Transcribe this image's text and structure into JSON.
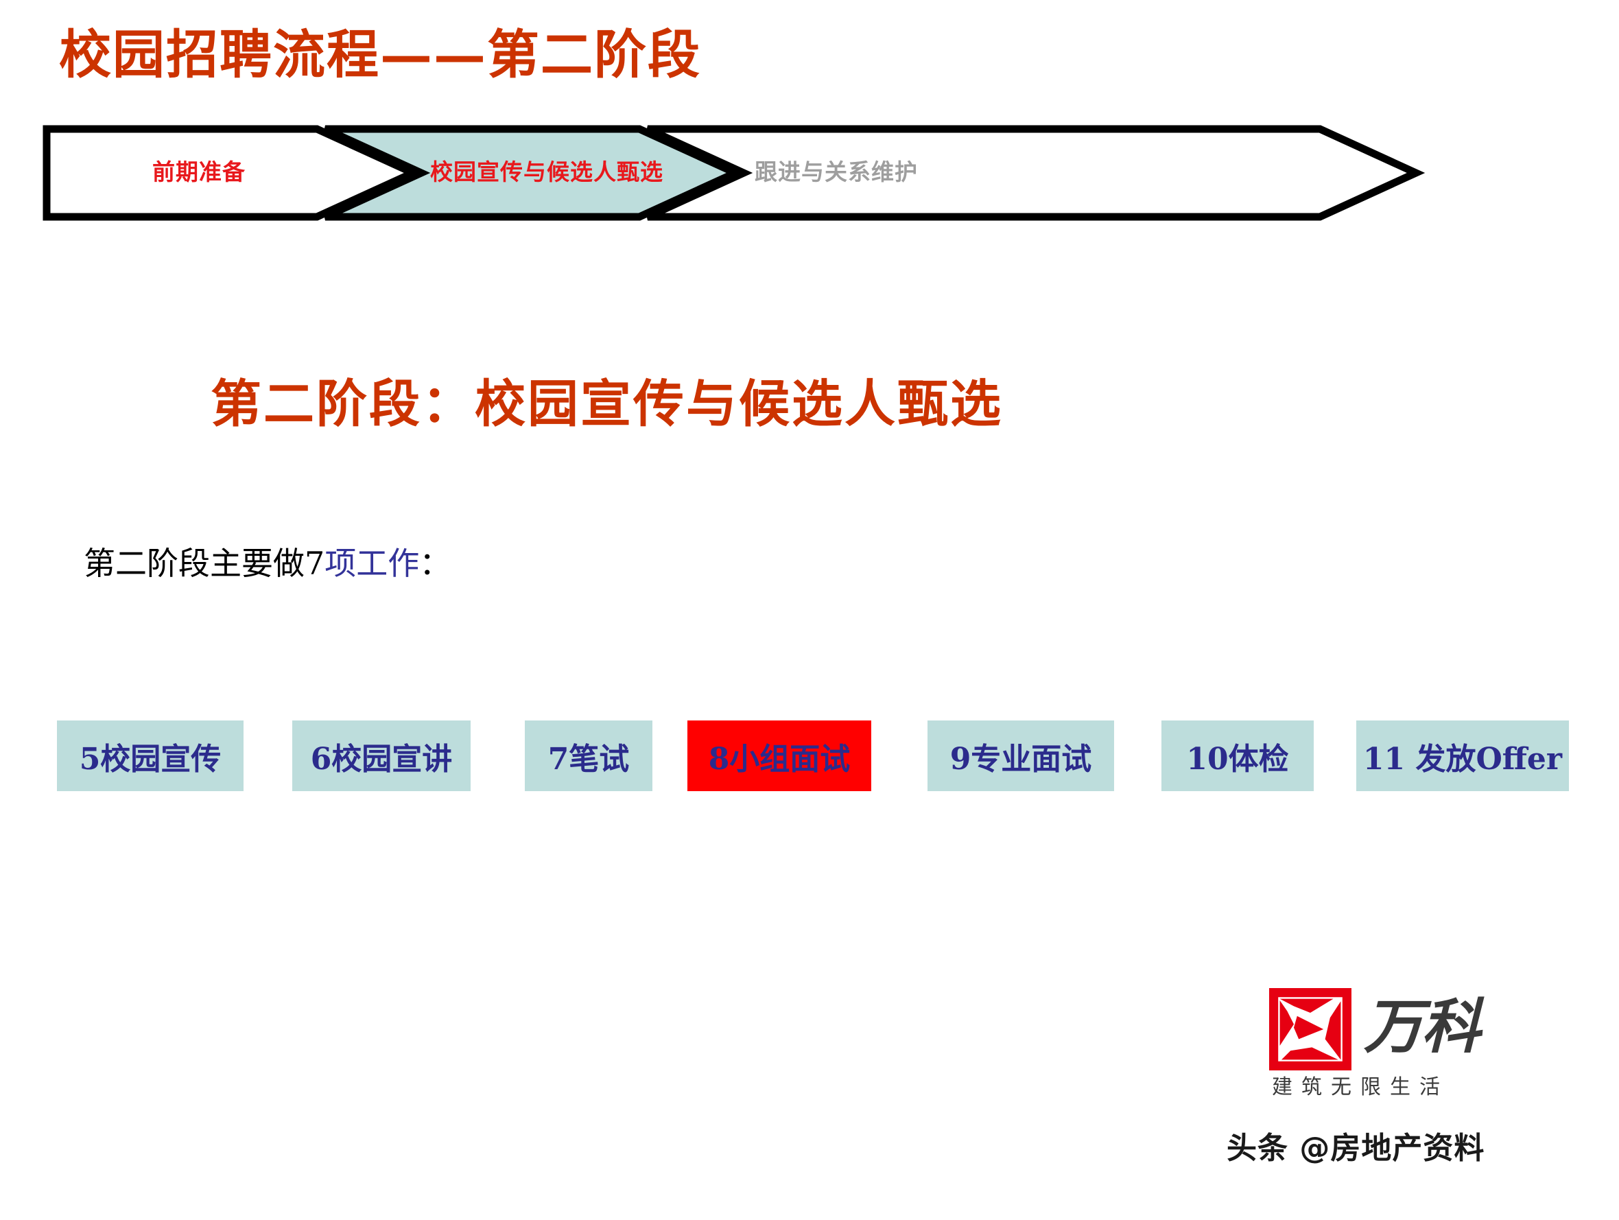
{
  "slide": {
    "title": "校园招聘流程——第二阶段",
    "stage_heading": "第二阶段：校园宣传与候选人甄选"
  },
  "colors": {
    "title_orange": "#CC3300",
    "chevron_active_fill": "#BDDDDC",
    "chevron_inactive_fill": "#FFFFFF",
    "chevron_text_red": "#E8181C",
    "chevron_text_gray": "#9E9E9E",
    "box_fill": "#BDDDDC",
    "box_accent_fill": "#FF0000",
    "box_text_navy": "#2B2B8C",
    "intro_navy": "#333399",
    "logo_red": "#E60012",
    "logo_dark": "#3A3A3A"
  },
  "process_bar": {
    "steps": [
      {
        "label": "前期准备",
        "state": "inactive",
        "text_color": "#E8181C",
        "fill": "#FFFFFF"
      },
      {
        "label": "校园宣传与候选人甄选",
        "state": "active",
        "text_color": "#E8181C",
        "fill": "#BDDDDC"
      },
      {
        "label": "跟进与关系维护",
        "state": "upcoming",
        "text_color": "#9E9E9E",
        "fill": "#FFFFFF"
      }
    ]
  },
  "intro": {
    "prefix": "第二阶段主要做7",
    "highlight": "项工作",
    "suffix": "："
  },
  "steps": {
    "count": 7,
    "items": [
      {
        "label": "5校园宣传",
        "accent": false
      },
      {
        "label": "6校园宣讲",
        "accent": false
      },
      {
        "label": "7笔试",
        "accent": false
      },
      {
        "label": "8小组面试",
        "accent": true
      },
      {
        "label": "9专业面试",
        "accent": false
      },
      {
        "label": "10体检",
        "accent": false
      },
      {
        "label": "11 发放Offer",
        "accent": false
      }
    ]
  },
  "logo": {
    "wordmark": "万科",
    "tagline": "建筑无限生活"
  },
  "watermark": {
    "text": "头条 @房地产资料"
  }
}
